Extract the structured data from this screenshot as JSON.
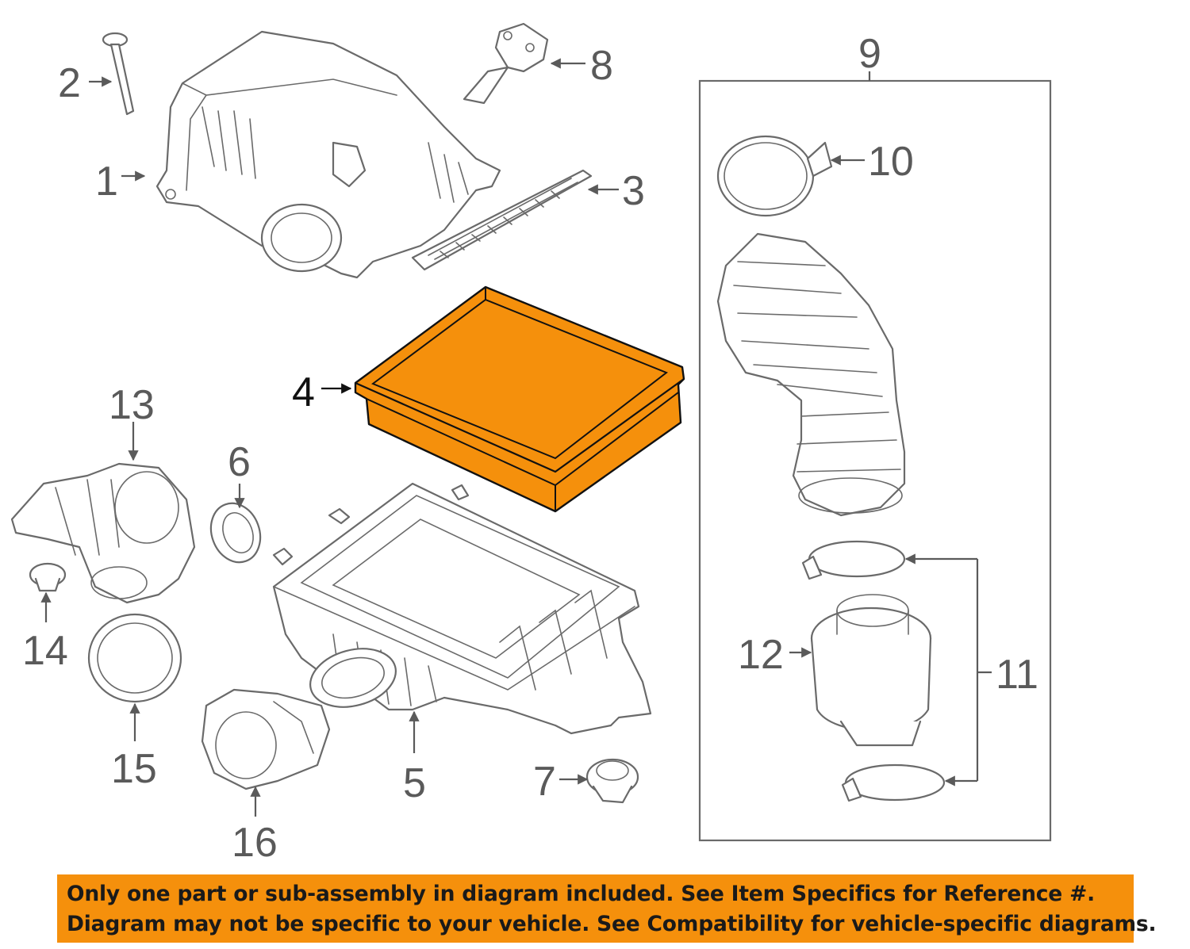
{
  "callouts": [
    {
      "n": "1"
    },
    {
      "n": "2"
    },
    {
      "n": "3"
    },
    {
      "n": "4"
    },
    {
      "n": "5"
    },
    {
      "n": "6"
    },
    {
      "n": "7"
    },
    {
      "n": "8"
    },
    {
      "n": "9"
    },
    {
      "n": "10"
    },
    {
      "n": "11"
    },
    {
      "n": "12"
    },
    {
      "n": "13"
    },
    {
      "n": "14"
    },
    {
      "n": "15"
    },
    {
      "n": "16"
    }
  ],
  "highlight_part": "4",
  "colors": {
    "highlight": "#f5900c",
    "line": "#6a6a6a",
    "banner": "#f5900c"
  },
  "banner": {
    "line1": "Only one part or sub-assembly in diagram included. See Item Specifics for Reference #.",
    "line2": "Diagram may not be specific to your vehicle. See Compatibility for vehicle-specific diagrams."
  }
}
